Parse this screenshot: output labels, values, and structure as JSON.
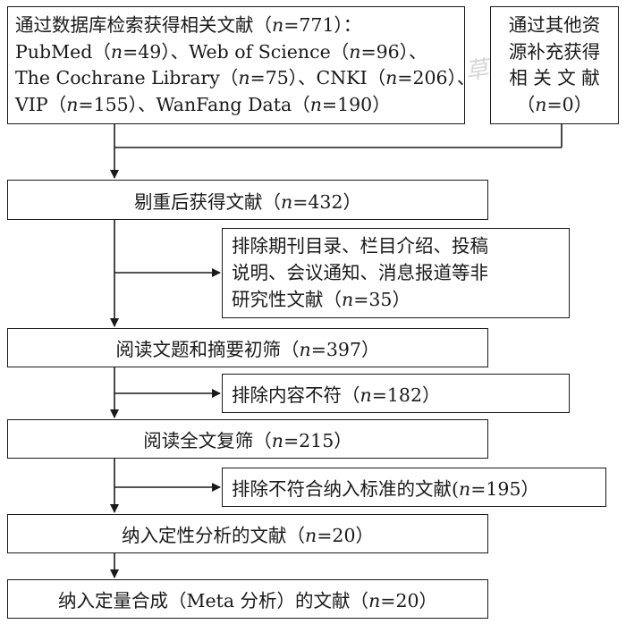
{
  "boxes": {
    "search": {
      "lines": [
        [
          "通过数据库检索获得相关文献（",
          "n",
          "=771）："
        ],
        [
          "PubMed（",
          "n",
          "=49）、Web of Science（",
          "n",
          "=96）、"
        ],
        [
          "The Cochrane Library（",
          "n",
          "=75）、CNKI（",
          "n",
          "=206）、"
        ],
        [
          "VIP（",
          "n",
          "=155）、WanFang Data（",
          "n",
          "=190）"
        ]
      ]
    },
    "other": {
      "lines": [
        [
          "通过其他资"
        ],
        [
          "源补充获得"
        ],
        [
          "相 关 文 献"
        ],
        [
          "（",
          "n",
          "=0）"
        ]
      ]
    },
    "dedup": {
      "lines": [
        [
          "剔重后获得文献（",
          "n",
          "=432）"
        ]
      ]
    },
    "excl1": {
      "lines": [
        [
          "排除期刊目录、栏目介绍、投稿"
        ],
        [
          "说明、会议通知、消息报道等非"
        ],
        [
          "研究性文献（",
          "n",
          "=35）"
        ]
      ]
    },
    "screen1": {
      "lines": [
        [
          "阅读文题和摘要初筛（",
          "n",
          "=397）"
        ]
      ]
    },
    "excl2": {
      "lines": [
        [
          "排除内容不符（",
          "n",
          "=182）"
        ]
      ]
    },
    "screen2": {
      "lines": [
        [
          "阅读全文复筛（",
          "n",
          "=215）"
        ]
      ]
    },
    "excl3": {
      "lines": [
        [
          "排除不符合纳入标准的文献(",
          "n",
          "=195）"
        ]
      ]
    },
    "qual": {
      "lines": [
        [
          "纳入定性分析的文献（",
          "n",
          "=20）"
        ]
      ]
    },
    "quant": {
      "lines": [
        [
          "纳入定量合成（Meta 分析）的文献（",
          "n",
          "=20）"
        ]
      ]
    }
  },
  "watermark": "中草药"
}
